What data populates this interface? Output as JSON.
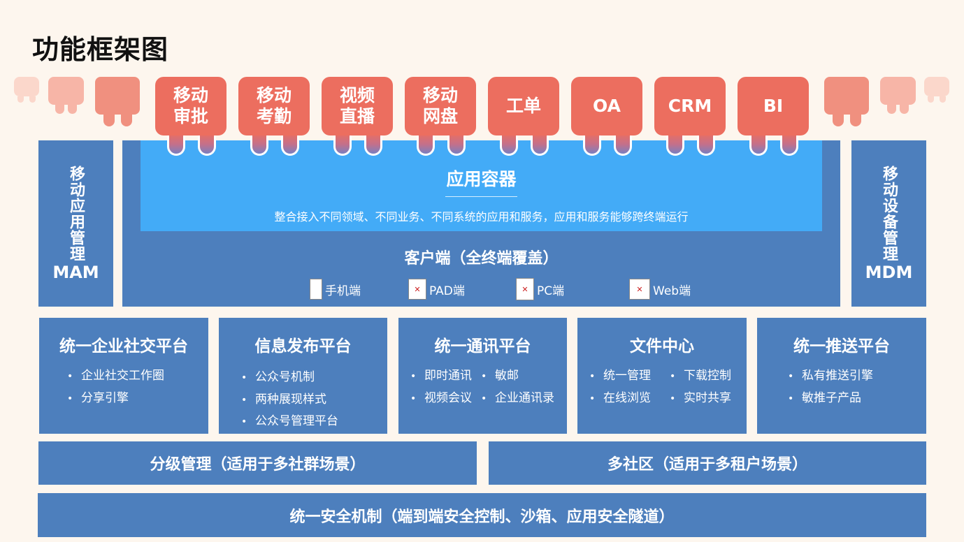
{
  "title": "功能框架图",
  "apps": [
    {
      "label": "移动\n审批"
    },
    {
      "label": "移动\n考勤"
    },
    {
      "label": "视频\n直播"
    },
    {
      "label": "移动\n网盘"
    },
    {
      "label": "工单"
    },
    {
      "label": "OA"
    },
    {
      "label": "CRM"
    },
    {
      "label": "BI"
    }
  ],
  "left_side": {
    "text": "移动应用管理",
    "abbr": "MAM"
  },
  "right_side": {
    "text": "移动设备管理",
    "abbr": "MDM"
  },
  "container": {
    "title": "应用容器",
    "desc": "整合接入不同领域、不同业务、不同系统的应用和服务，应用和服务能够跨终端运行"
  },
  "client": {
    "title": "客户端（全终端覆盖）",
    "terminals": [
      "手机端",
      "PAD端",
      "PC端",
      "Web端"
    ]
  },
  "platforms": [
    {
      "title": "统一企业社交平台",
      "items": [
        "企业社交工作圈",
        "分享引擎"
      ]
    },
    {
      "title": "信息发布平台",
      "items": [
        "公众号机制",
        "两种展现样式",
        "公众号管理平台"
      ]
    },
    {
      "title": "统一通讯平台",
      "items": [
        "即时通讯",
        "敏邮",
        "视频会议",
        "企业通讯录"
      ]
    },
    {
      "title": "文件中心",
      "items": [
        "统一管理",
        "下载控制",
        "在线浏览",
        "实时共享"
      ]
    },
    {
      "title": "统一推送平台",
      "items": [
        "私有推送引擎",
        "敏推子产品"
      ]
    }
  ],
  "bars": {
    "tiered": "分级管理（适用于多社群场景）",
    "community": "多社区（适用于多租户场景）",
    "security": "统一安全机制（端到端安全控制、沙箱、应用安全隧道）"
  },
  "colors": {
    "app": "#ec6e5f",
    "block": "#4d7fbd",
    "container": "#43abf7",
    "background": "#fdf6ee"
  }
}
